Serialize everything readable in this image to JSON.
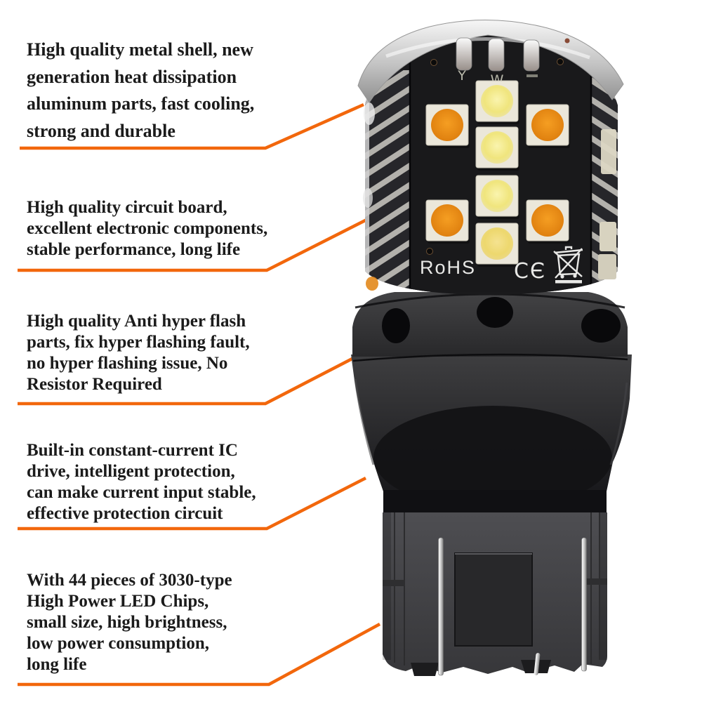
{
  "features": [
    {
      "lines": [
        "High quality metal shell, new",
        "generation heat dissipation",
        "aluminum parts, fast cooling,",
        "strong and durable"
      ]
    },
    {
      "lines": [
        "High quality circuit board,",
        "excellent electronic components,",
        "stable performance, long life"
      ]
    },
    {
      "lines": [
        "High quality Anti hyper flash",
        "parts, fix hyper flashing fault,",
        "no hyper flashing issue, No",
        "Resistor Required"
      ]
    },
    {
      "lines": [
        "Built-in constant-current IC",
        "drive, intelligent protection,",
        "can make current input stable,",
        "effective protection circuit"
      ]
    },
    {
      "lines": [
        "With 44 pieces of 3030-type",
        "High Power LED Chips,",
        "small size, high brightness,",
        "low power consumption,",
        "long life"
      ]
    }
  ],
  "bulb": {
    "markings": {
      "yellow_column_label": "Y",
      "white_column_label": "W",
      "rohs": "RoHS",
      "ce": "CЄ",
      "weee_icon": "crossed-out-wheelie-bin"
    },
    "leds": {
      "front_white_count": 4,
      "front_amber_count": 4,
      "white_color": "#f2e88c",
      "amber_color": "#ee8c18"
    }
  },
  "colors": {
    "arrow": "#f2670c",
    "text": "#1b1b1b",
    "background": "#ffffff"
  }
}
